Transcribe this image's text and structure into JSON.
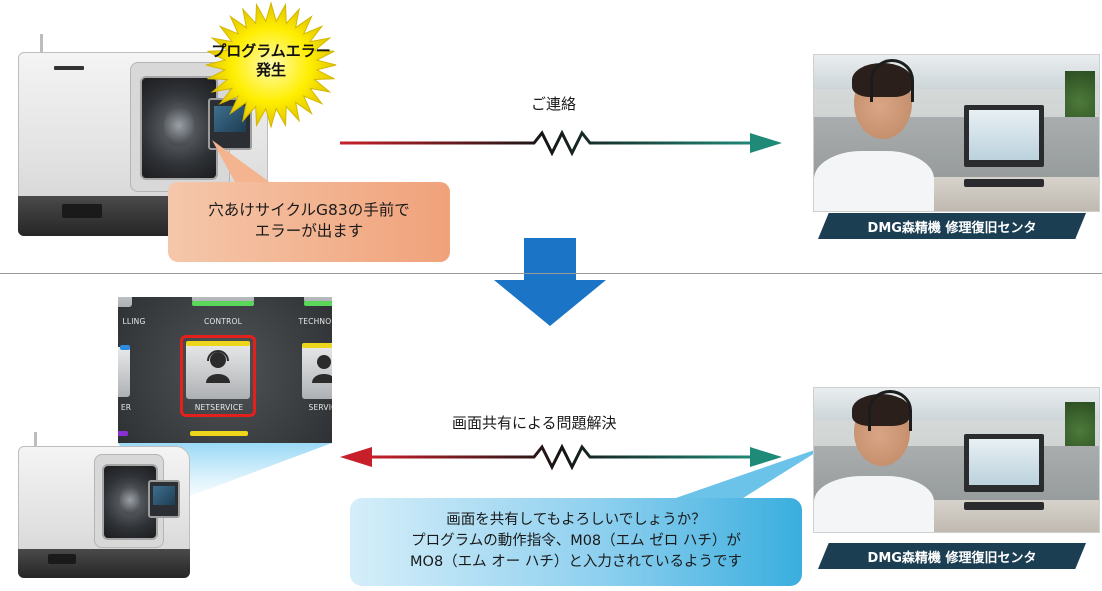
{
  "top": {
    "burst_text_line1": "プログラムエラー",
    "burst_text_line2": "発生",
    "callout_line1": "穴あけサイクルG83の手前で",
    "callout_line2": "エラーが出ます",
    "arrow_label": "ご連絡",
    "center_label": "DMG森精機 修理復旧センタ"
  },
  "bottom": {
    "arrow_label": "画面共有による問題解決",
    "center_label": "DMG森精機 修理復旧センタ",
    "callout_line1": "画面を共有してもよろしいでしょうか？",
    "callout_line2": "プログラムの動作指令、M08（エム ゼロ ハチ）が",
    "callout_line3": "MO8（エム オー ハチ）と入力されているようです",
    "control_panel": {
      "label_top_left": "LLING",
      "label_top_mid": "CONTROL",
      "label_top_right": "TECHNOLO",
      "label_center": "NETSERVICE",
      "label_left": "ER",
      "label_right": "SERVICE"
    }
  },
  "colors": {
    "arrow_red": "#c8202a",
    "arrow_teal": "#1f8a78",
    "flow_arrow_blue": "#1b74c5",
    "label_bar": "#1b3e52",
    "highlight_red": "#e3201b",
    "burst_yellow": "#ffee00"
  },
  "icons": {
    "burst": "starburst-icon",
    "zigzag": "signal-zigzag-icon",
    "down_arrow": "down-arrow-icon",
    "headset": "headset-person-icon",
    "person": "person-icon"
  }
}
